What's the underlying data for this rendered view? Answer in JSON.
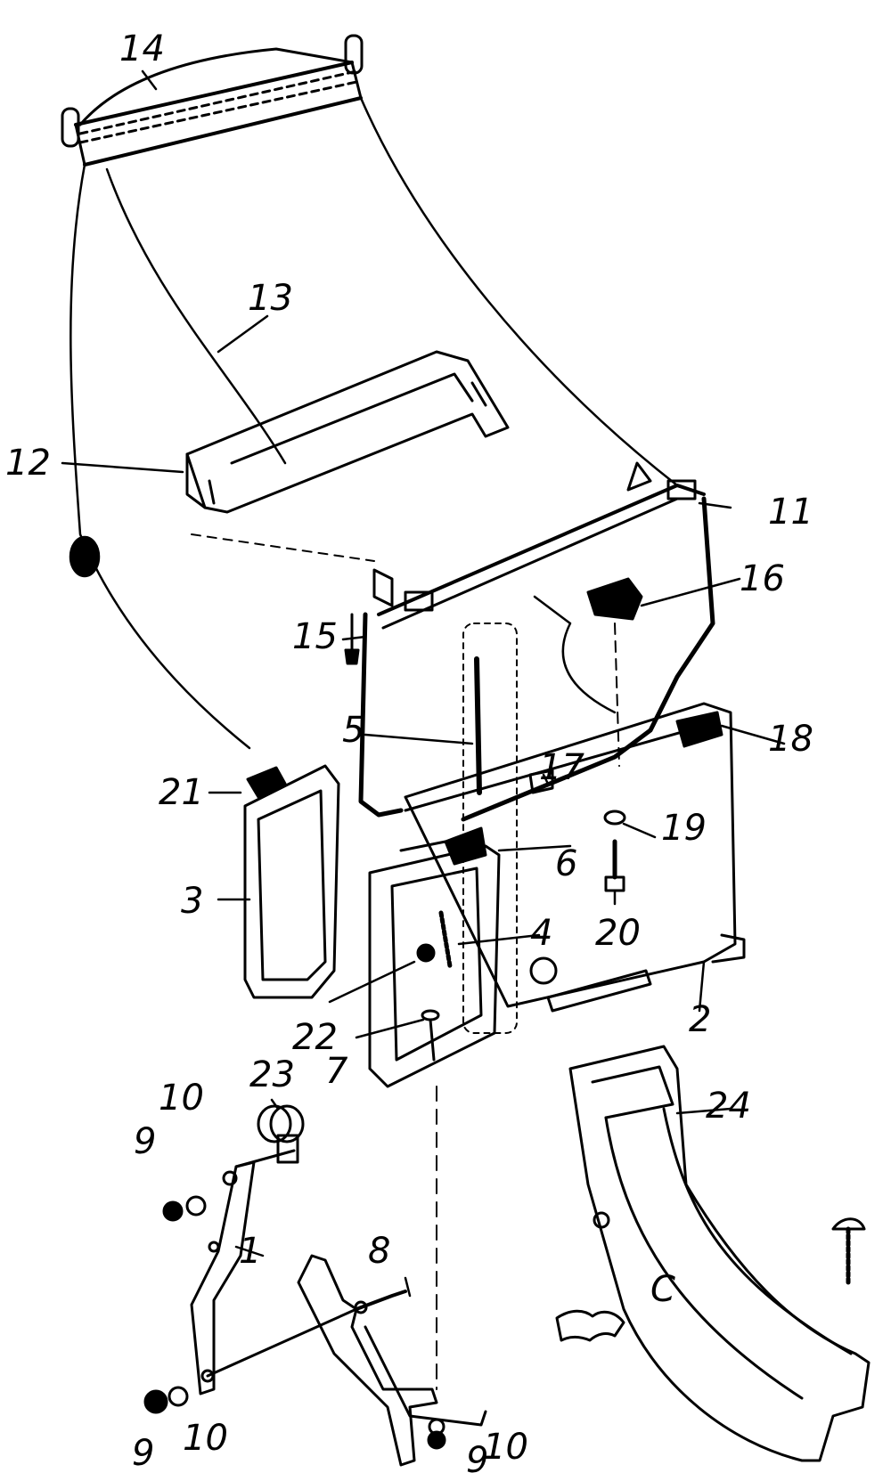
{
  "labels": {
    "l1": "1",
    "l2": "2",
    "l3": "3",
    "l4": "4",
    "l5": "5",
    "l6": "6",
    "l7": "7",
    "l8": "8",
    "l9a": "9",
    "l9b": "9",
    "l9c": "9",
    "l10a": "10",
    "l10b": "10",
    "l10c": "10",
    "l11": "11",
    "l12": "12",
    "l13": "13",
    "l14": "14",
    "l15": "15",
    "l16": "16",
    "l17": "17",
    "l18": "18",
    "l19": "19",
    "l20": "20",
    "l21": "21",
    "l22": "22",
    "l23": "23",
    "l24": "24",
    "lc": "C"
  }
}
